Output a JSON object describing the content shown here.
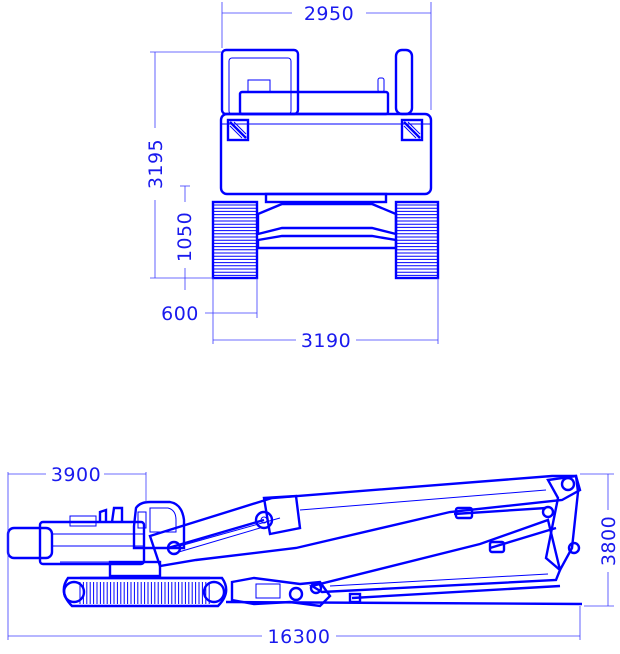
{
  "colors": {
    "line": "#0000ff",
    "text": "#1a1aee",
    "background": "#ffffff"
  },
  "front_view": {
    "dims": {
      "overall_width": "2950",
      "overall_height": "3195",
      "track_height": "1050",
      "track_width": "600",
      "track_gauge_width": "3190"
    }
  },
  "side_view": {
    "dims": {
      "tail_length": "3900",
      "boom_height": "3800",
      "overall_length": "16300"
    }
  }
}
